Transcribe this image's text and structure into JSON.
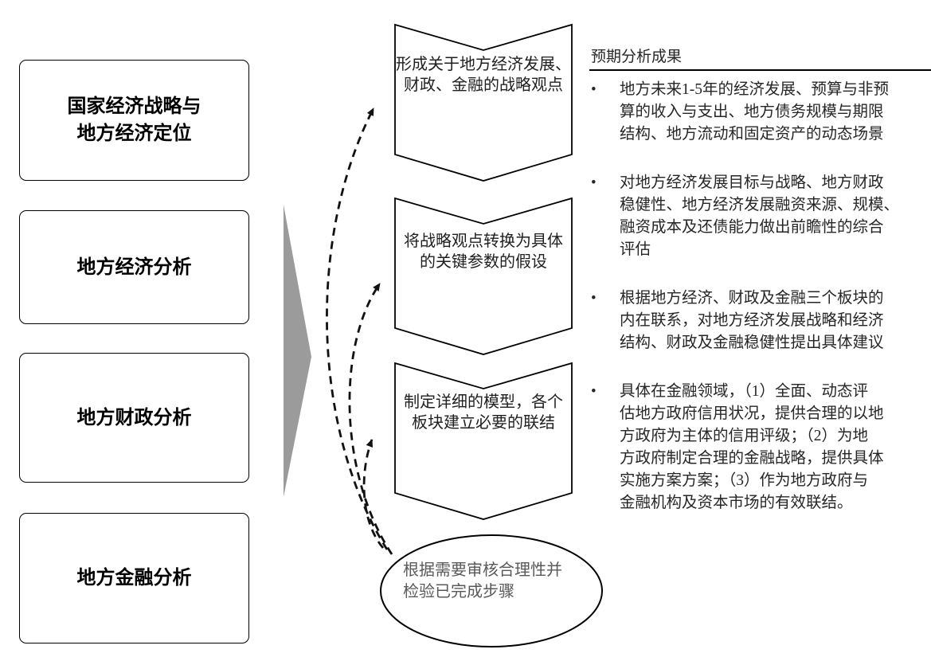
{
  "colors": {
    "flow_arrow_gray": "#9b9b9b",
    "outline_black": "#000000",
    "dashed_arrow": "#111111",
    "review_text_gray": "#595959",
    "body_text": "#262626"
  },
  "left_panel": {
    "boxes": [
      {
        "label": "国家经济战略与\n地方经济定位"
      },
      {
        "label": "地方经济分析"
      },
      {
        "label": "地方财政分析"
      },
      {
        "label": "地方金融分析"
      }
    ]
  },
  "process": {
    "steps": [
      {
        "label": "形成关于地方经济发展、\n财政、金融的战略观点"
      },
      {
        "label": "将战略观点转换为具体\n的关键参数的假设"
      },
      {
        "label": "制定详细的模型，各个\n板块建立必要的联结"
      }
    ],
    "review": {
      "label": "根据需要审核合理性并\n检验已完成步骤"
    }
  },
  "results_panel": {
    "title": "预期分析成果",
    "bullet_glyph": "•",
    "bullets": [
      {
        "text": "地方未来1-5年的经济发展、预算与非预\n算的收入与支出、地方债务规模与期限\n结构、地方流动和固定资产的动态场景"
      },
      {
        "text": "对地方经济发展目标与战略、地方财政\n稳健性、地方经济发展融资来源、规模、\n融资成本及还债能力做出前瞻性的综合\n评估"
      },
      {
        "text": "根据地方经济、财政及金融三个板块的\n内在联系，对地方经济发展战略和经济\n结构、财政及金融稳健性提出具体建议"
      },
      {
        "text": "具体在金融领域，（1）全面、动态评\n估地方政府信用状况，提供合理的以地\n方政府为主体的信用评级；（2）为地\n方政府制定合理的金融战略，提供具体\n实施方案方案；（3）作为地方政府与\n金融机构及资本市场的有效联结。"
      }
    ]
  }
}
